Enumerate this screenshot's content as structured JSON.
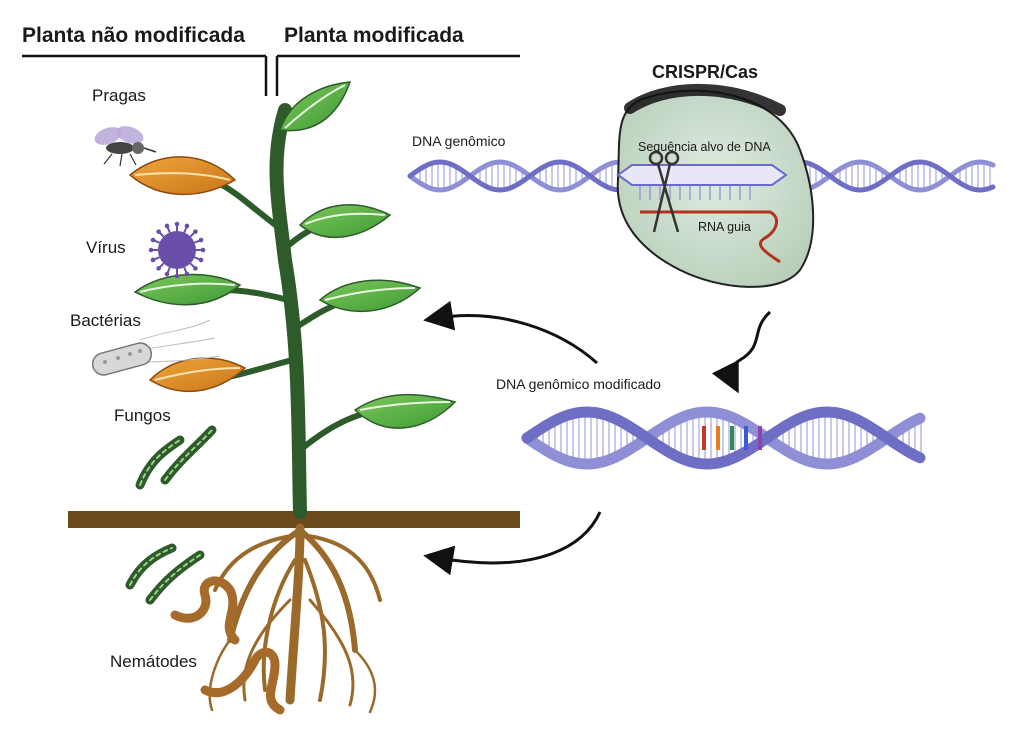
{
  "header": {
    "left_label": "Planta não modificada",
    "right_label": "Planta modificada"
  },
  "threats": {
    "pests": "Pragas",
    "virus": "Vírus",
    "bacteria": "Bactérias",
    "fungi": "Fungos",
    "nematodes": "Nemátodes"
  },
  "crispr": {
    "title": "CRISPR/Cas",
    "genomic_dna": "DNA genômico",
    "target_sequence": "Sequência alvo de DNA",
    "guide_rna": "RNA guia",
    "modified_dna": "DNA genômico modificado"
  },
  "colors": {
    "leaf_healthy": "#4caf3f",
    "leaf_damaged": "#d98a1f",
    "stem": "#2e5b2a",
    "soil": "#6b4a1c",
    "root": "#9a6a2b",
    "dna_backbone": "#8f8fd6",
    "cas_complex": "#c9dccb",
    "guide_rna": "#b3331f",
    "virus": "#6a4fa8",
    "nematode": "#a66a2b",
    "edit_bases": [
      "#c0392b",
      "#e67e22",
      "#2e8b57",
      "#3b5bd6",
      "#8e44ad"
    ]
  }
}
